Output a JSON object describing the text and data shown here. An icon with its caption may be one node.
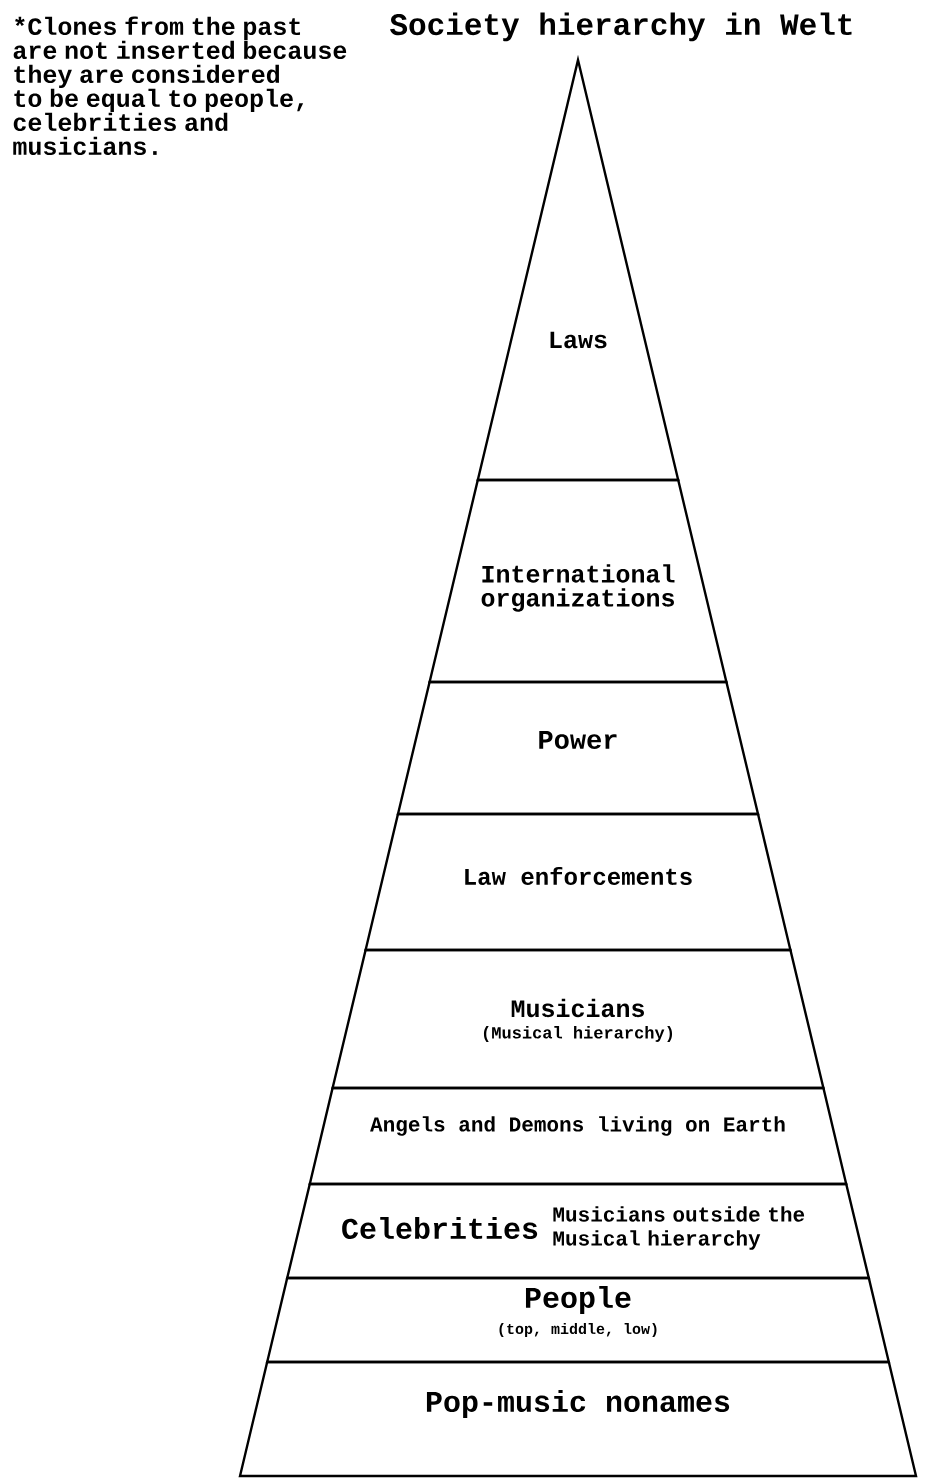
{
  "diagram": {
    "title": "Society hierarchy in Welt",
    "nodes": [
      {
        "text": [
          "Laws"
        ]
      },
      {
        "text": [
          "International organizations"
        ]
      },
      {
        "text": [
          "Power"
        ]
      },
      {
        "text": [
          "Law enforcements"
        ]
      },
      {
        "text": [
          "Musicians",
          "(Musical hierarchy)"
        ]
      },
      {
        "text": [
          "Angels and Demons living on Earth"
        ]
      },
      {
        "text": [
          "Celebrities",
          "Musicians outside the Musical hierarchy"
        ]
      },
      {
        "text": [
          "People",
          "(top, middle, low)"
        ]
      },
      {
        "text": [
          "Pop-music nonames"
        ]
      }
    ],
    "labels": [
      "*Clones from the past are not inserted because they are considered to be equal to people, celebrities and musicians."
    ]
  }
}
